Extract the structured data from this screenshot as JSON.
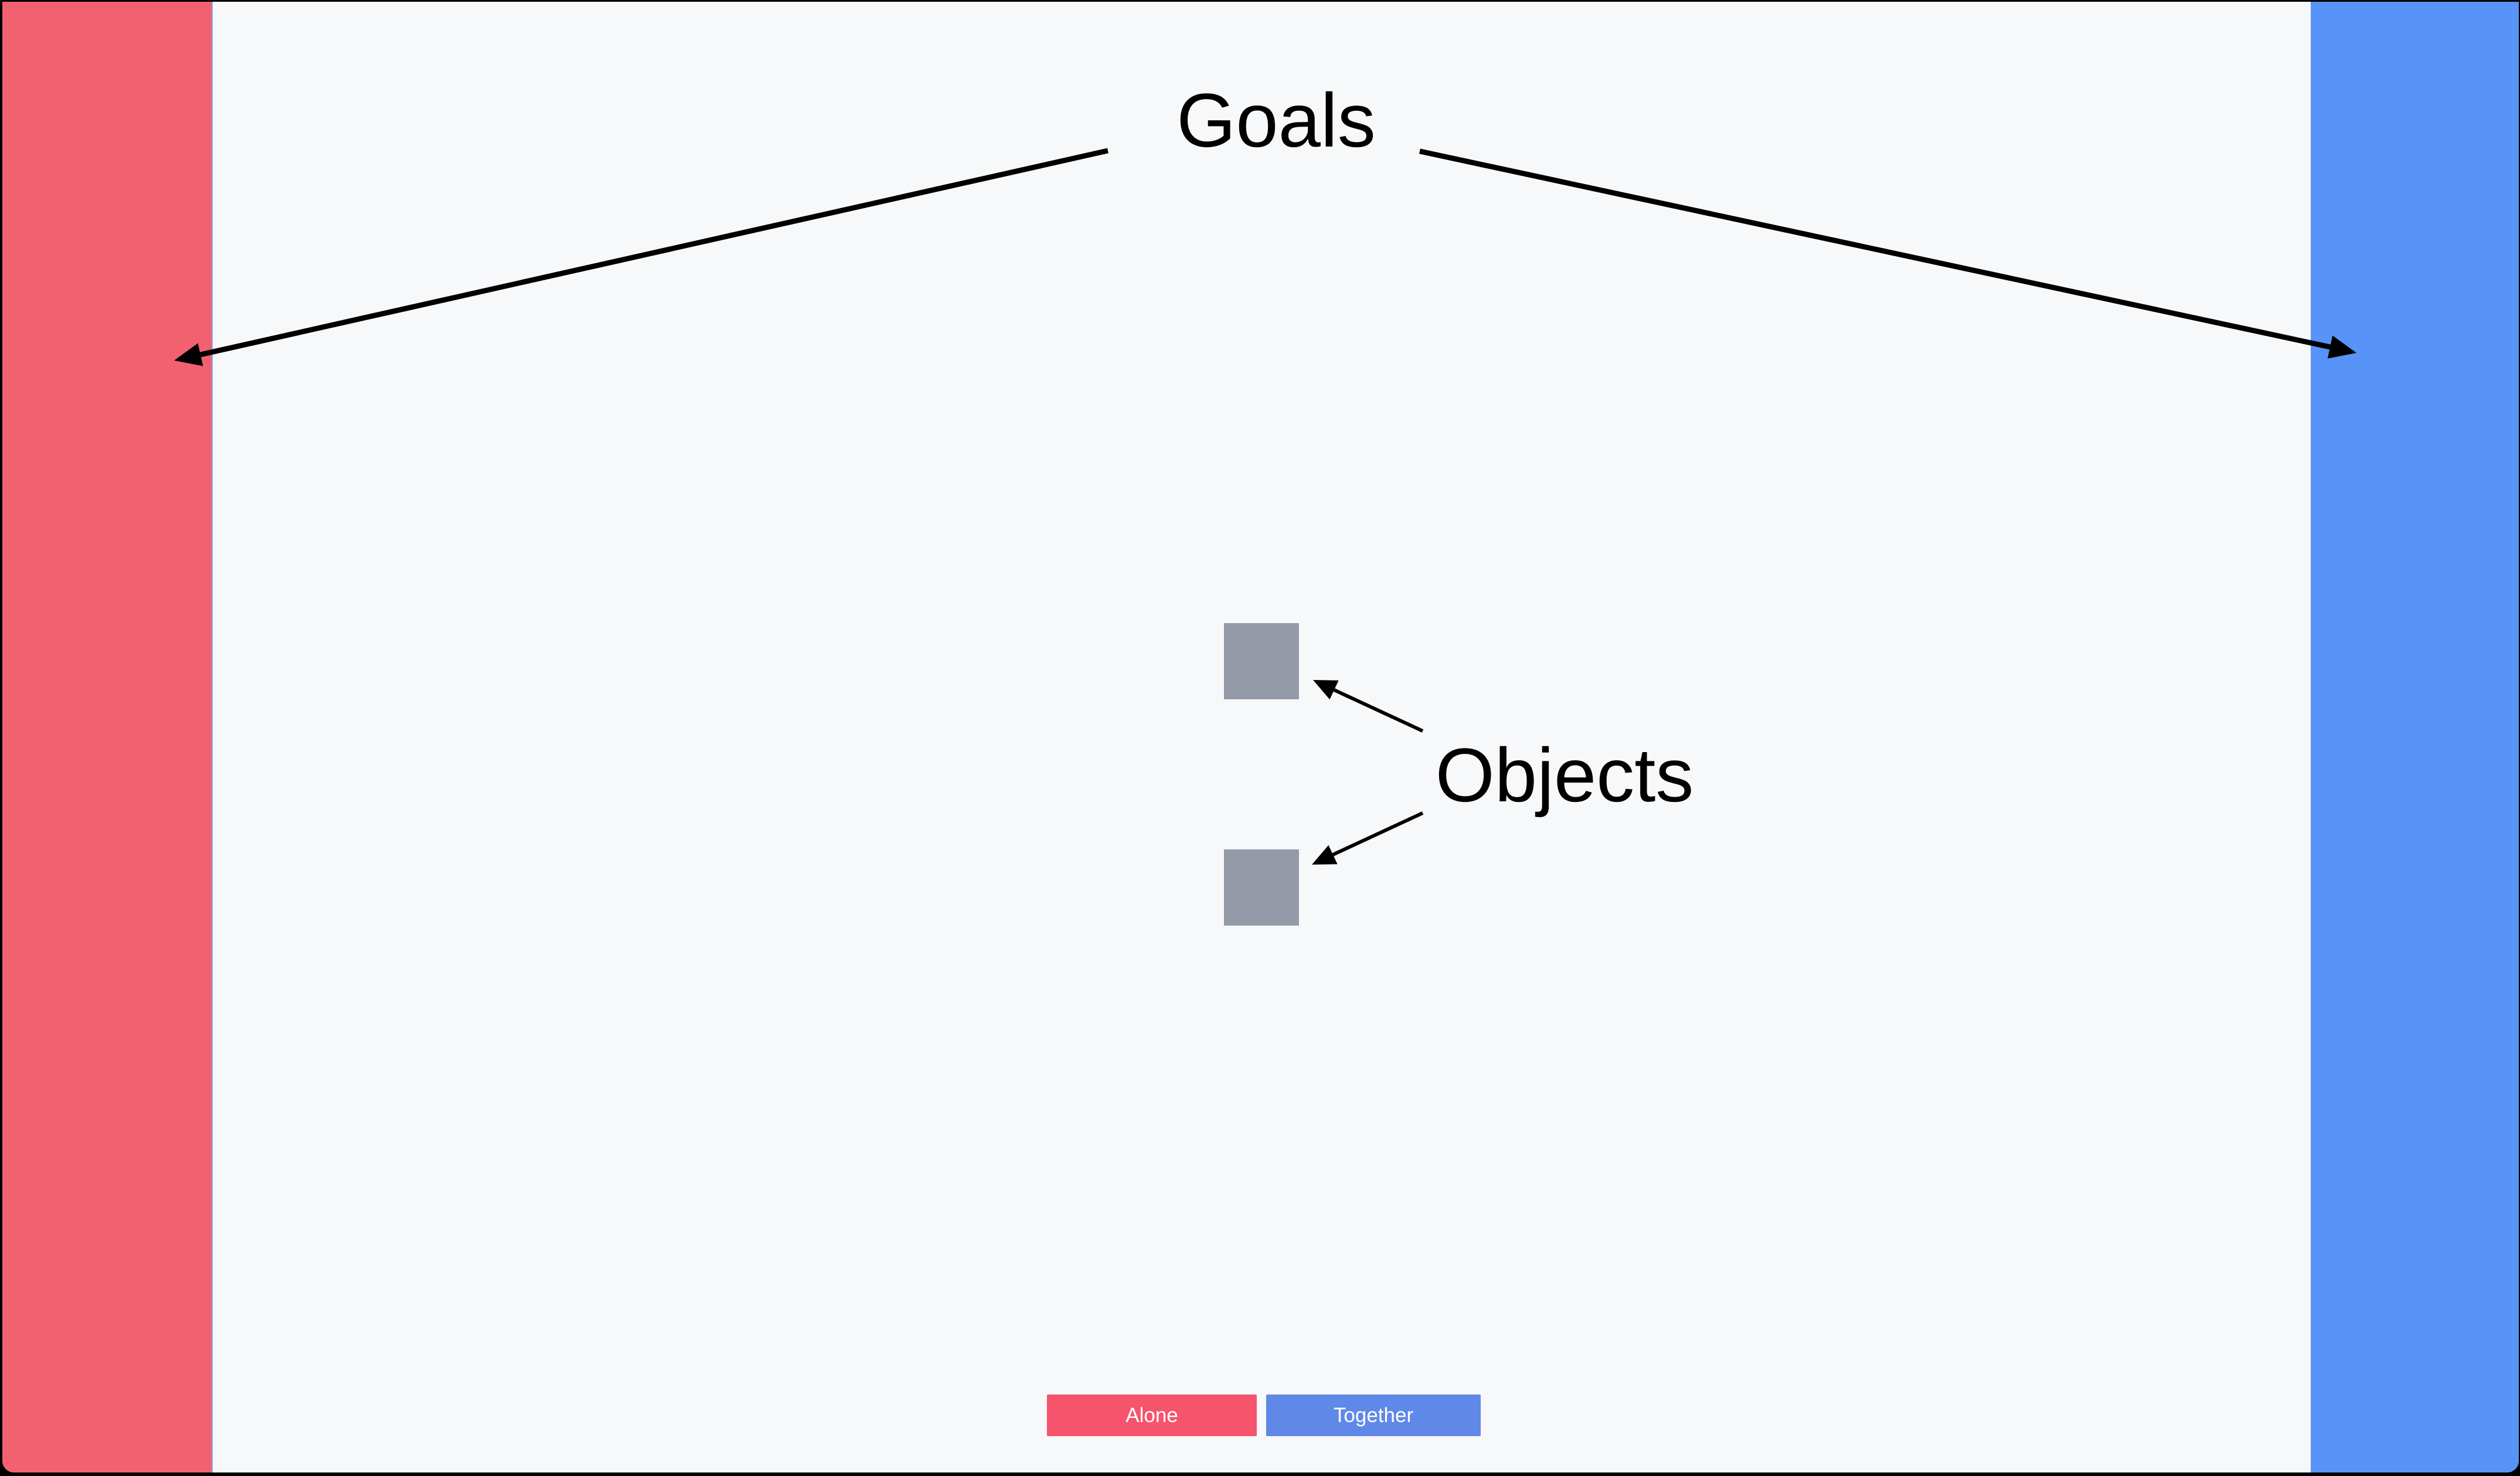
{
  "scene": {
    "goals_label": "Goals",
    "objects_label": "Objects",
    "goals": [
      {
        "side": "left",
        "name": "red-goal-zone"
      },
      {
        "side": "right",
        "name": "blue-goal-zone"
      }
    ],
    "objects": [
      {
        "name": "object-1"
      },
      {
        "name": "object-2"
      }
    ],
    "colors": {
      "background": "#F7F8FA",
      "frame": "#000000",
      "left_goal": "#F2616F",
      "right_goal": "#5893F7",
      "goal_edge_line": "#8AA4F0",
      "object_fill": "#959AA8",
      "annotation": "#000000",
      "alone_button": "#F5546C",
      "together_button": "#5F88E8",
      "button_text": "#FFFFFF"
    }
  },
  "controls": {
    "alone_label": "Alone",
    "together_label": "Together"
  }
}
